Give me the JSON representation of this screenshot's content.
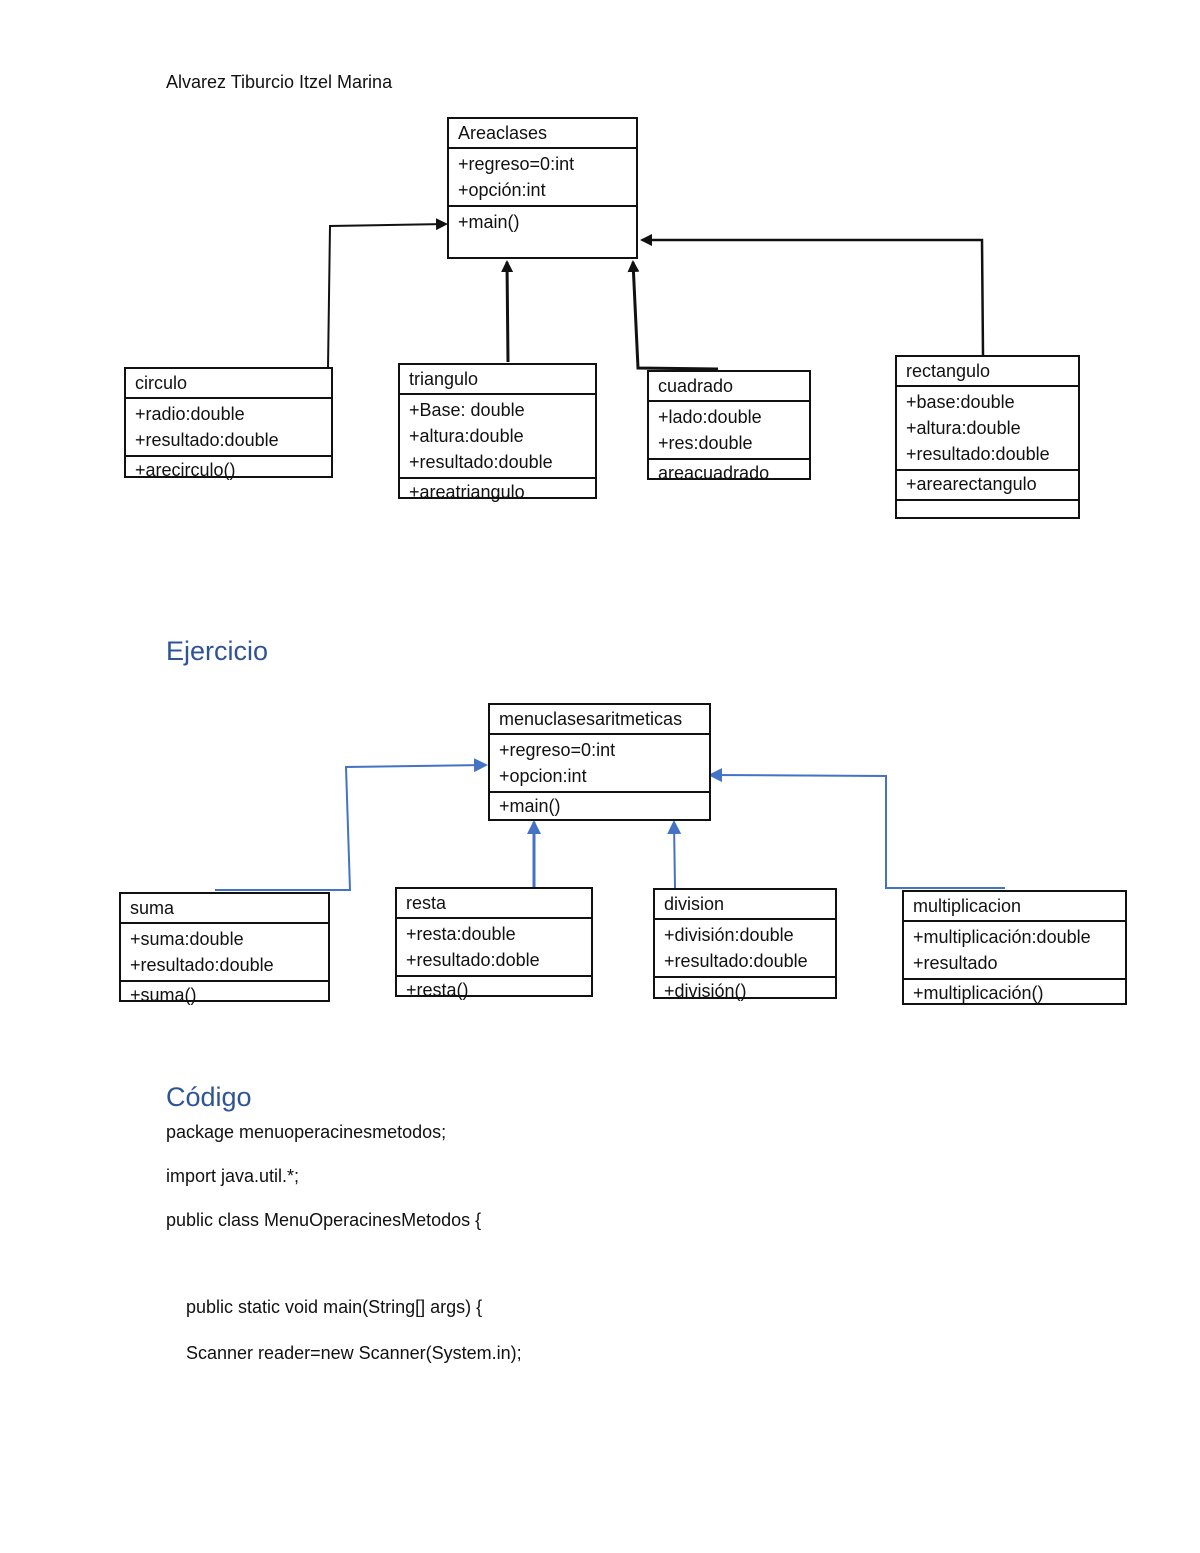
{
  "author": "Alvarez Tiburcio Itzel Marina",
  "diagram1": {
    "parent": {
      "name": "Areaclases",
      "attributes": [
        "+regreso=0:int",
        "+opción:int"
      ],
      "methods": [
        "+main()"
      ]
    },
    "children": [
      {
        "name": "circulo",
        "attributes": [
          "+radio:double",
          "+resultado:double"
        ],
        "methods": [
          "+arecirculo()"
        ]
      },
      {
        "name": "triangulo",
        "attributes": [
          "+Base: double",
          "+altura:double",
          "+resultado:double"
        ],
        "methods": [
          "+areatriangulo"
        ]
      },
      {
        "name": "cuadrado",
        "attributes": [
          "+lado:double",
          "+res:double"
        ],
        "methods": [
          "areacuadrado"
        ]
      },
      {
        "name": "rectangulo",
        "attributes": [
          "+base:double",
          "+altura:double",
          "+resultado:double"
        ],
        "methods": [
          "+arearectangulo"
        ]
      }
    ]
  },
  "section_ejercicio": "Ejercicio",
  "diagram2": {
    "parent": {
      "name": "menuclasesaritmeticas",
      "attributes": [
        "+regreso=0:int",
        "+opcion:int"
      ],
      "methods": [
        "+main()"
      ]
    },
    "children": [
      {
        "name": "suma",
        "attributes": [
          "+suma:double",
          "+resultado:double"
        ],
        "methods": [
          "+suma()"
        ]
      },
      {
        "name": "resta",
        "attributes": [
          "+resta:double",
          "+resultado:doble"
        ],
        "methods": [
          "+resta()"
        ]
      },
      {
        "name": "division",
        "attributes": [
          "+división:double",
          "+resultado:double"
        ],
        "methods": [
          "+división()"
        ]
      },
      {
        "name": "multiplicacion",
        "attributes": [
          "+multiplicación:double",
          "+resultado"
        ],
        "methods": [
          "+multiplicación()"
        ]
      }
    ]
  },
  "section_codigo": "Código",
  "code_lines": [
    "package menuoperacinesmetodos;",
    "import java.util.*;",
    "public class MenuOperacinesMetodos {",
    "    public static void main(String[] args) {",
    "    Scanner reader=new Scanner(System.in);"
  ]
}
